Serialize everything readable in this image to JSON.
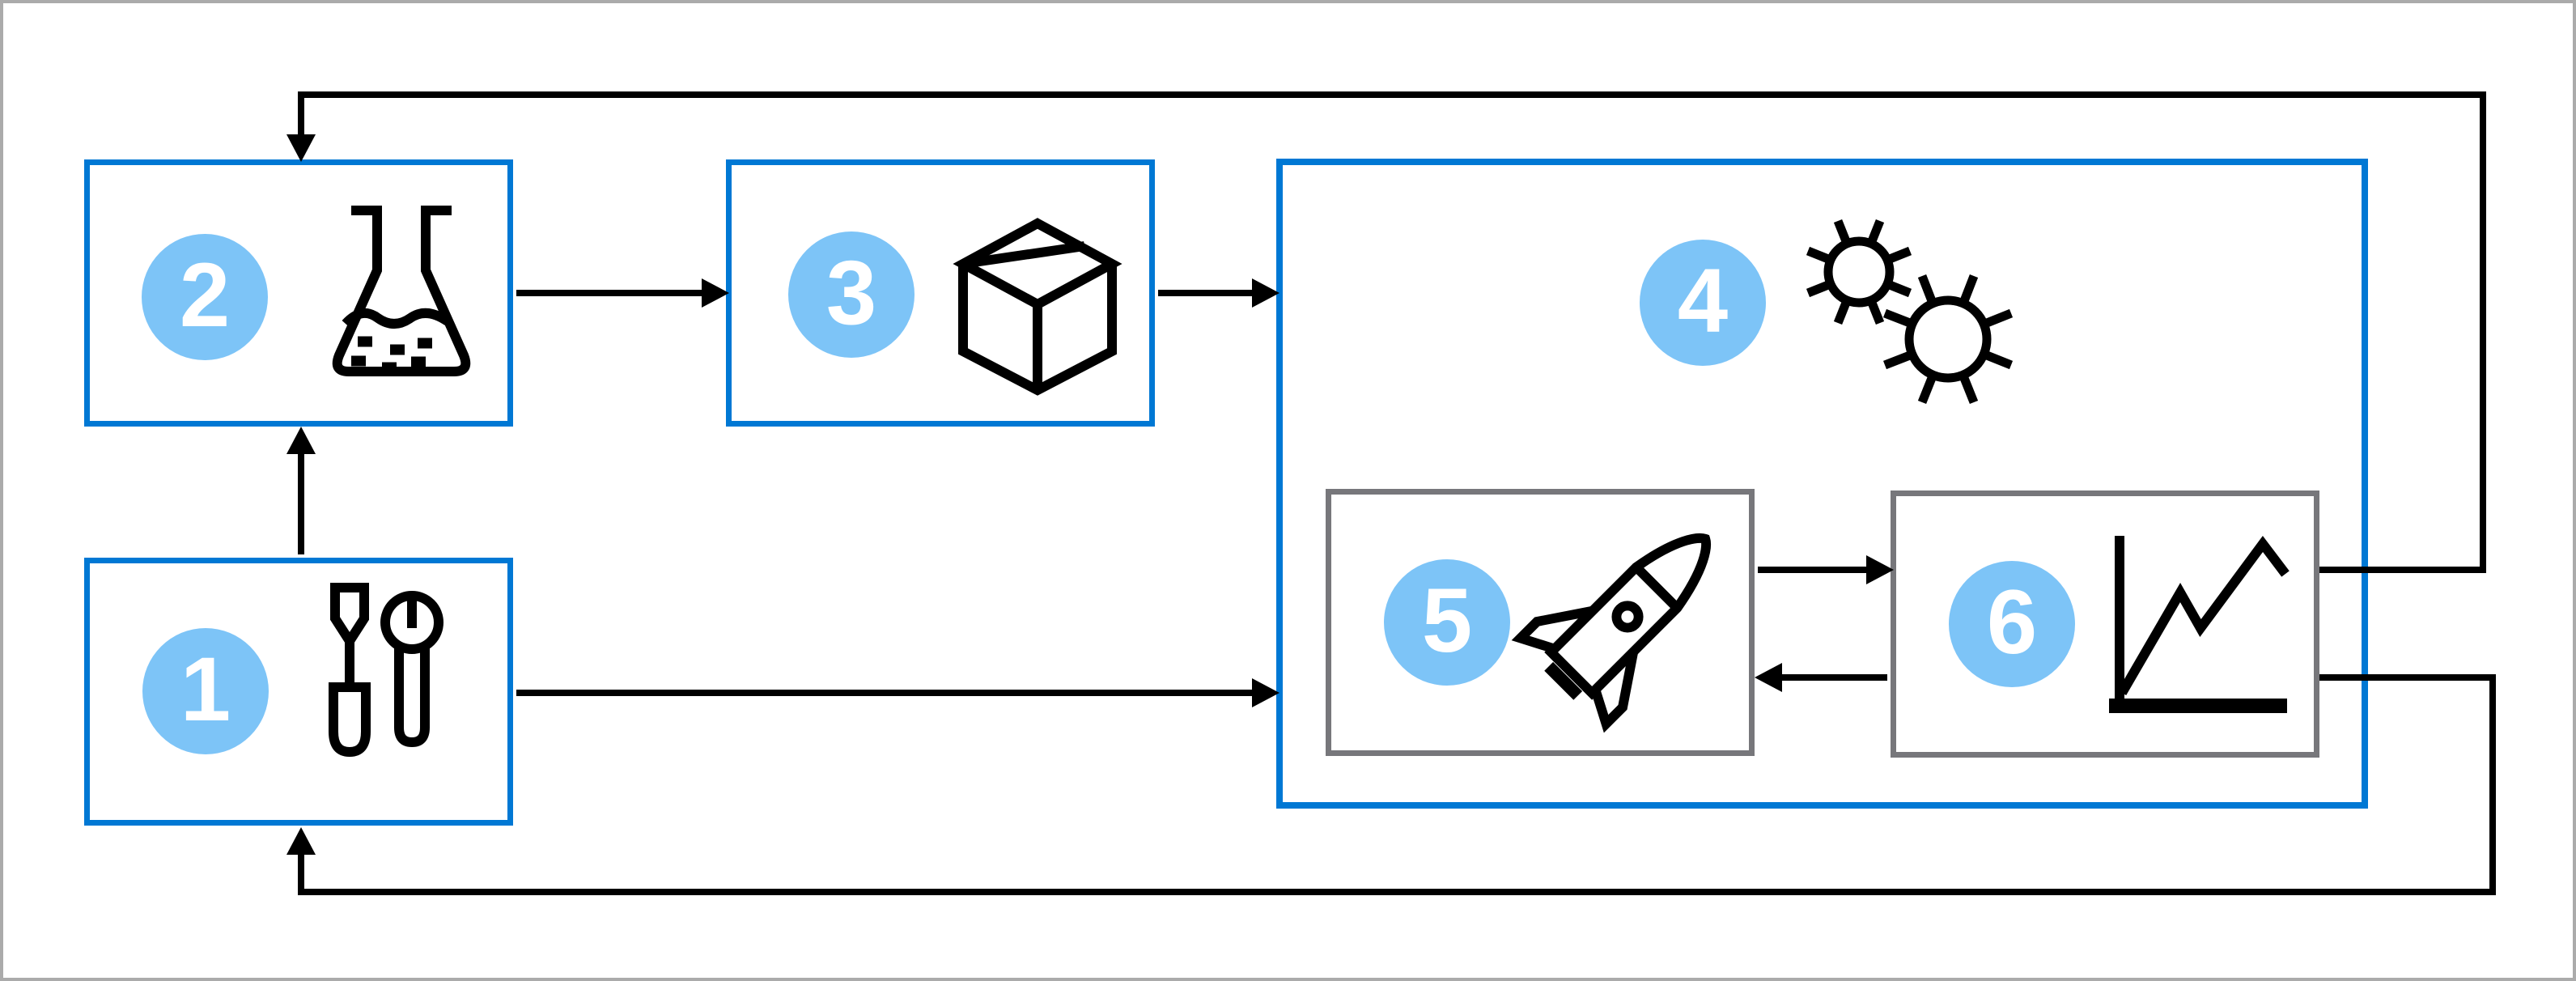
{
  "diagram": {
    "type": "flowchart",
    "title": "",
    "colors": {
      "background": "#FFFFFF",
      "canvas_border": "#ABABAB",
      "step_box_border": "#0078D4",
      "container_box_border": "#0078D4",
      "inner_box_border": "#77777B",
      "badge_fill": "#7DC4F7",
      "badge_text": "#FFFFFF",
      "connector": "#000000"
    },
    "nodes": {
      "n1": {
        "number": "1",
        "icon": "tools-icon"
      },
      "n2": {
        "number": "2",
        "icon": "flask-icon"
      },
      "n3": {
        "number": "3",
        "icon": "package-icon"
      },
      "n4": {
        "number": "4",
        "icon": "germs-icon"
      },
      "n5": {
        "number": "5",
        "icon": "rocket-icon"
      },
      "n6": {
        "number": "6",
        "icon": "line-chart-icon"
      }
    },
    "edges": [
      {
        "from": "n1",
        "to": "n2",
        "style": "arrow-up"
      },
      {
        "from": "n2",
        "to": "n3",
        "style": "arrow-right"
      },
      {
        "from": "n3",
        "to": "n4",
        "style": "arrow-right"
      },
      {
        "from": "n1",
        "to": "n4",
        "style": "arrow-right"
      },
      {
        "from": "n5",
        "to": "n6",
        "style": "arrow-right"
      },
      {
        "from": "n6",
        "to": "n5",
        "style": "arrow-left"
      },
      {
        "from": "n6",
        "to": "n2",
        "style": "feedback-loop-top"
      },
      {
        "from": "n6",
        "to": "n1",
        "style": "feedback-loop-bottom"
      }
    ],
    "containment": [
      {
        "parent": "n4",
        "children": [
          "n5",
          "n6"
        ]
      }
    ]
  }
}
